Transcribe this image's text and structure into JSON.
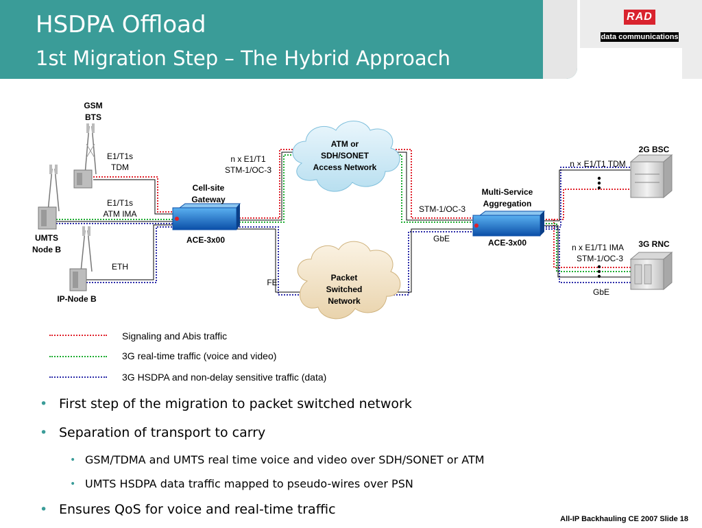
{
  "slide": {
    "title": "HSDPA Offload",
    "subtitle": "1st Migration Step – The Hybrid Approach"
  },
  "logo": {
    "brand": "RAD",
    "tagline": "data communications"
  },
  "diagram": {
    "nodes": {
      "gsm_bts": [
        "GSM",
        "BTS"
      ],
      "umts_node_b": [
        "UMTS",
        "Node B"
      ],
      "ip_node_b": "IP-Node B",
      "cell_site_gateway": [
        "Cell-site",
        "Gateway"
      ],
      "ace_left": "ACE-3x00",
      "atm_cloud": [
        "ATM or",
        "SDH/SONET",
        "Access Network"
      ],
      "psn_cloud": [
        "Packet",
        "Switched",
        "Network"
      ],
      "multi_service": [
        "Multi-Service",
        "Aggregation"
      ],
      "ace_right": "ACE-3x00",
      "bsc": "2G BSC",
      "rnc": "3G RNC"
    },
    "link_labels": {
      "e1_tdm": [
        "E1/T1s",
        "TDM"
      ],
      "e1_atm": [
        "E1/T1s",
        "ATM IMA"
      ],
      "eth": "ETH",
      "nx_e1": [
        "n x E1/T1",
        "STM-1/OC-3"
      ],
      "fe": "FE",
      "stm1": "STM-1/OC-3",
      "gbe_left": "GbE",
      "bsc_link": "n × E1/T1 TDM",
      "rnc_link": [
        "n x E1/T1 IMA",
        "STM-1/OC-3"
      ],
      "gbe_right": "GbE"
    }
  },
  "legend": [
    {
      "label": "Signaling and Abis traffic",
      "color": "#e0202a"
    },
    {
      "label": "3G real-time traffic (voice and video)",
      "color": "#1aab2e"
    },
    {
      "label": "3G HSDPA and non-delay sensitive traffic (data)",
      "color": "#2a2aa8"
    }
  ],
  "bullets": {
    "b1": "First step of the migration to packet switched network",
    "b2": "Separation of transport to carry",
    "b2a": "GSM/TDMA and UMTS real time voice and video over SDH/SONET or ATM",
    "b2b": "UMTS HSDPA data traffic mapped to pseudo-wires over PSN",
    "b3": "Ensures QoS for voice and real-time traffic"
  },
  "footer": "All-IP Backhauling CE 2007  Slide 18",
  "colors": {
    "header": "#3a9c98",
    "red": "#e0202a",
    "green": "#1aab2e",
    "blue": "#2a2aa8"
  }
}
